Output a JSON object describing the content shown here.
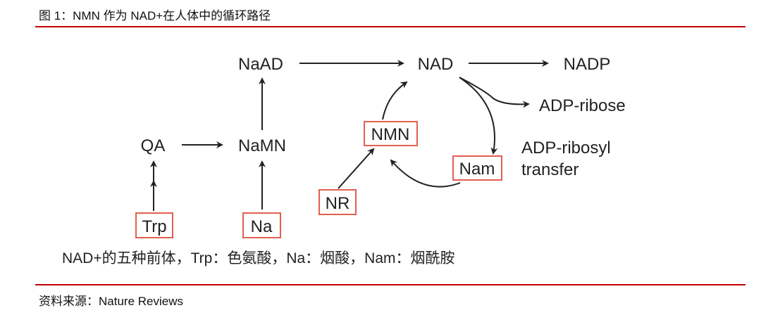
{
  "title": "图 1：NMN 作为 NAD+在人体中的循环路径",
  "source": "资料来源：Nature Reviews",
  "caption": "NAD+的五种前体，Trp：色氨酸，Na：烟酸，Nam：烟酰胺",
  "nodes": {
    "naad": "NaAD",
    "nad": "NAD",
    "nadp": "NADP",
    "adp_ribose": "ADP-ribose",
    "adp_ribosyl": "ADP-ribosyl",
    "transfer": "transfer",
    "qa": "QA",
    "namn": "NaMN",
    "nmn": "NMN",
    "nam": "Nam",
    "nr": "NR",
    "trp": "Trp",
    "na": "Na"
  },
  "colors": {
    "accent": "#c00000",
    "box": "#e06050"
  }
}
